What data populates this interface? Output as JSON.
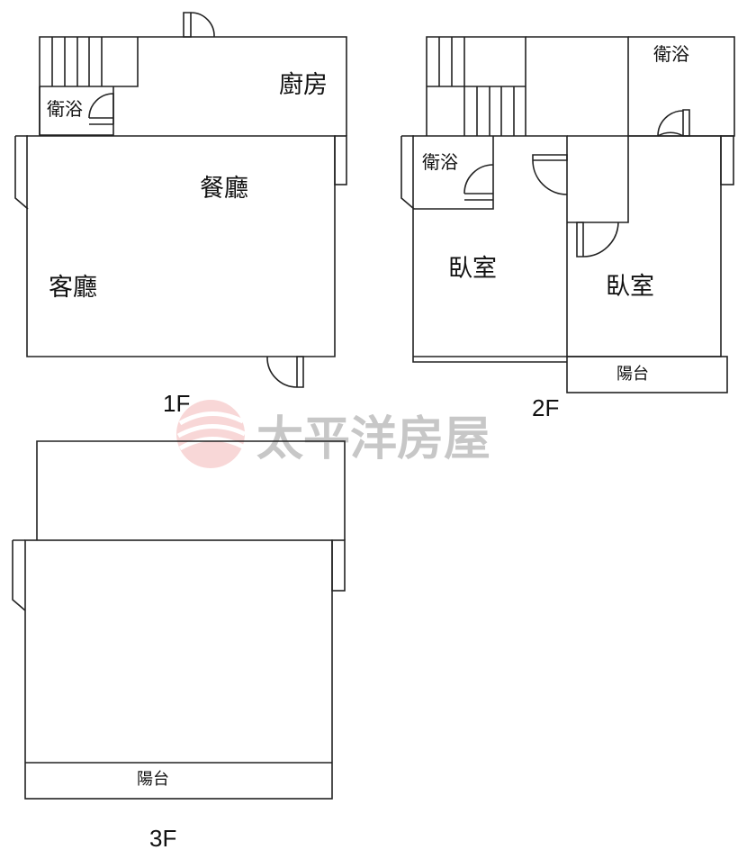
{
  "floors": {
    "f1": {
      "label": "1F",
      "rooms": {
        "kitchen": "廚房",
        "bath": "衛浴",
        "dining": "餐廳",
        "living": "客廳"
      }
    },
    "f2": {
      "label": "2F",
      "rooms": {
        "bath_right": "衛浴",
        "bath_left": "衛浴",
        "bedroom_left": "臥室",
        "bedroom_right": "臥室",
        "balcony": "陽台"
      }
    },
    "f3": {
      "label": "3F",
      "rooms": {
        "balcony": "陽台"
      }
    }
  },
  "watermark": {
    "text": "太平洋房屋",
    "logo_color": "#e05050"
  }
}
